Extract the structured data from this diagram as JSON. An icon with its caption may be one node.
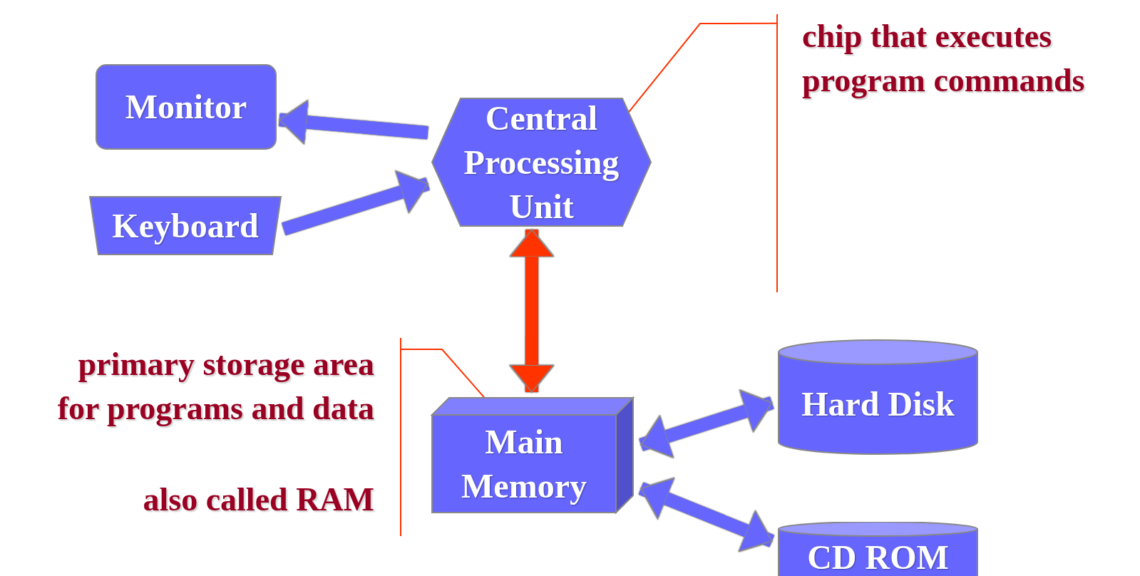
{
  "diagram": {
    "nodes": [
      {
        "text": [
          "Monitor"
        ]
      },
      {
        "text": [
          "Central Processing Unit"
        ]
      },
      {
        "text": [
          "Keyboard"
        ]
      },
      {
        "text": [
          "chip that executes program commands"
        ]
      },
      {
        "text": [
          "primary storage area for programs and data",
          "also called RAM"
        ]
      },
      {
        "text": [
          "Main Memory"
        ]
      },
      {
        "text": [
          "Hard Disk"
        ]
      },
      {
        "text": [
          "CD ROM"
        ]
      }
    ],
    "edges": [
      {
        "from": 1,
        "to": 0,
        "arrow": "to"
      },
      {
        "from": 2,
        "to": 1,
        "arrow": "to"
      },
      {
        "from": 1,
        "to": 5,
        "arrow": "both",
        "color": "#ff3300"
      },
      {
        "from": 5,
        "to": 6,
        "arrow": "both"
      },
      {
        "from": 5,
        "to": 7,
        "arrow": "both"
      },
      {
        "from": 3,
        "to": 1,
        "arrow": "none",
        "color": "#ff3300"
      },
      {
        "from": 4,
        "to": 5,
        "arrow": "none",
        "color": "#ff3300"
      }
    ]
  }
}
